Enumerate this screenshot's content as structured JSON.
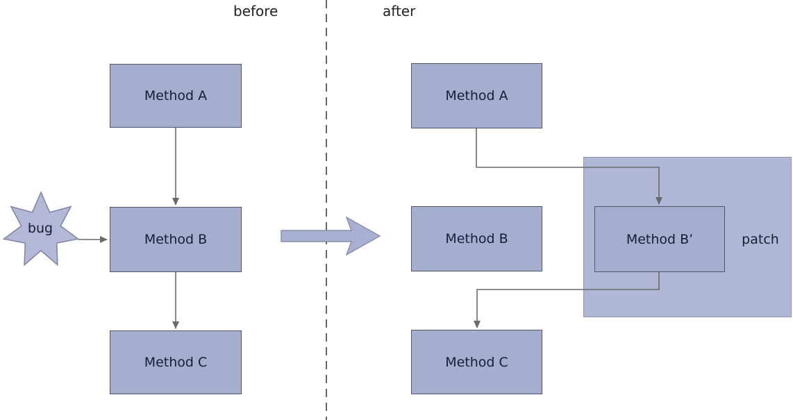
{
  "diagram": {
    "titles": {
      "before": "before",
      "after": "after"
    },
    "before": {
      "boxes": [
        {
          "label": "Method A"
        },
        {
          "label": "Method B"
        },
        {
          "label": "Method C"
        }
      ],
      "bug_label": "bug"
    },
    "after": {
      "boxes": [
        {
          "label": "Method A"
        },
        {
          "label": "Method B"
        },
        {
          "label": "Method C"
        }
      ],
      "patched_box_label": "Method B’",
      "patch_label": "patch"
    },
    "colors": {
      "box_fill": "#a6aed0",
      "box_border": "#4f5668",
      "patch_fill": "#b1b8d6",
      "patch_border": "#8d94b5",
      "star_fill": "#b2b8d6",
      "star_border": "#7d83a0",
      "big_arrow_fill": "#a8b0d2",
      "big_arrow_border": "#8a90ae",
      "line": "#6a6a6a",
      "divider": "#666666",
      "text": "#161d35",
      "label_text": "#1f1f1f"
    }
  }
}
